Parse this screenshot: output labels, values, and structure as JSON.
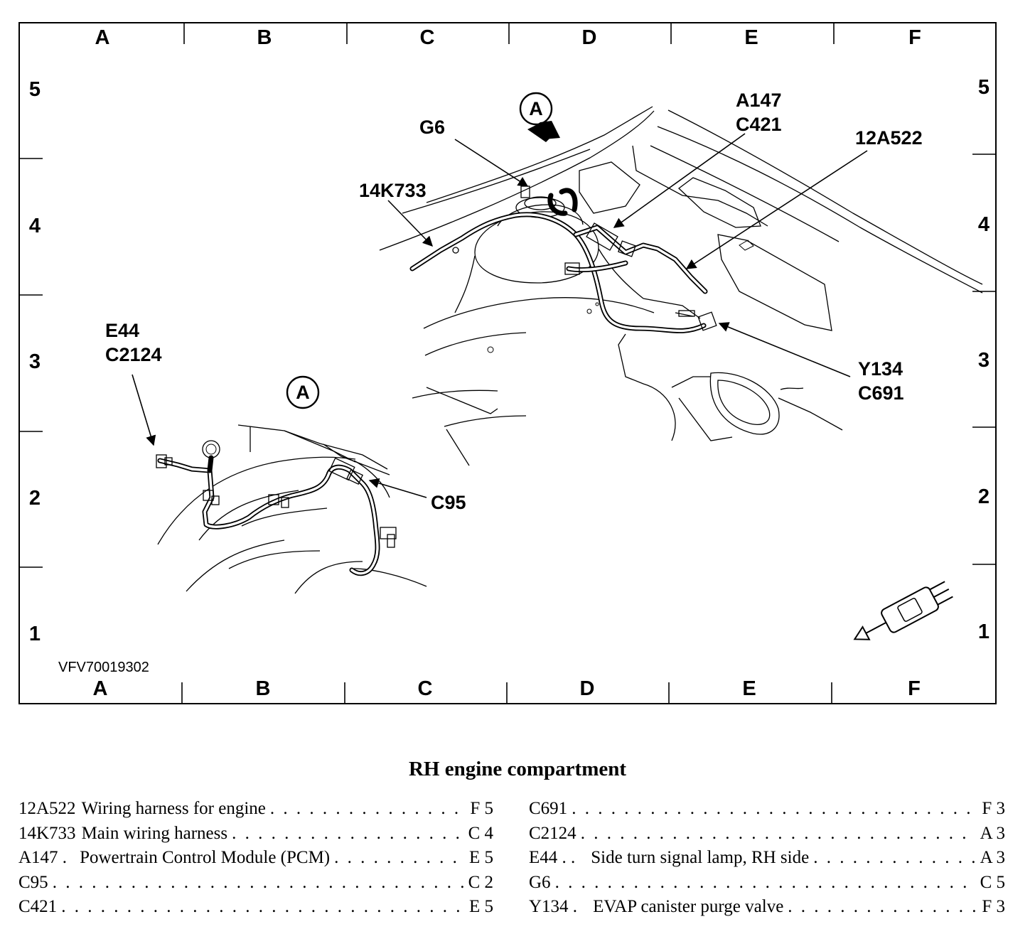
{
  "grid": {
    "columns": [
      "A",
      "B",
      "C",
      "D",
      "E",
      "F"
    ],
    "rows": [
      "5",
      "4",
      "3",
      "2",
      "1"
    ]
  },
  "figure_id": "VFV70019302",
  "view_marker": "A",
  "callouts": {
    "g6": "G6",
    "k14733": "14K733",
    "a147": "A147",
    "c421": "C421",
    "a12522": "12A522",
    "e44": "E44",
    "c2124": "C2124",
    "y134": "Y134",
    "c691": "C691",
    "c95": "C95"
  },
  "caption": "RH engine compartment",
  "legend": {
    "left": [
      {
        "code": "12A522",
        "desc": "Wiring harness for engine",
        "loc": "F 5"
      },
      {
        "code": "14K733",
        "desc": "Main wiring harness",
        "loc": "C 4"
      },
      {
        "code": "A147 .",
        "desc": "Powertrain Control Module (PCM)",
        "loc": "E 5"
      },
      {
        "code": "C95",
        "desc": "",
        "loc": "C 2"
      },
      {
        "code": "C421",
        "desc": "",
        "loc": "E 5"
      }
    ],
    "right": [
      {
        "code": "C691",
        "desc": "",
        "loc": "F 3"
      },
      {
        "code": "C2124",
        "desc": "",
        "loc": "A 3"
      },
      {
        "code": "E44 . .",
        "desc": "Side turn signal lamp, RH side",
        "loc": "A 3"
      },
      {
        "code": "G6",
        "desc": "",
        "loc": "C 5"
      },
      {
        "code": "Y134 .",
        "desc": "EVAP canister purge valve",
        "loc": "F 3"
      }
    ]
  }
}
